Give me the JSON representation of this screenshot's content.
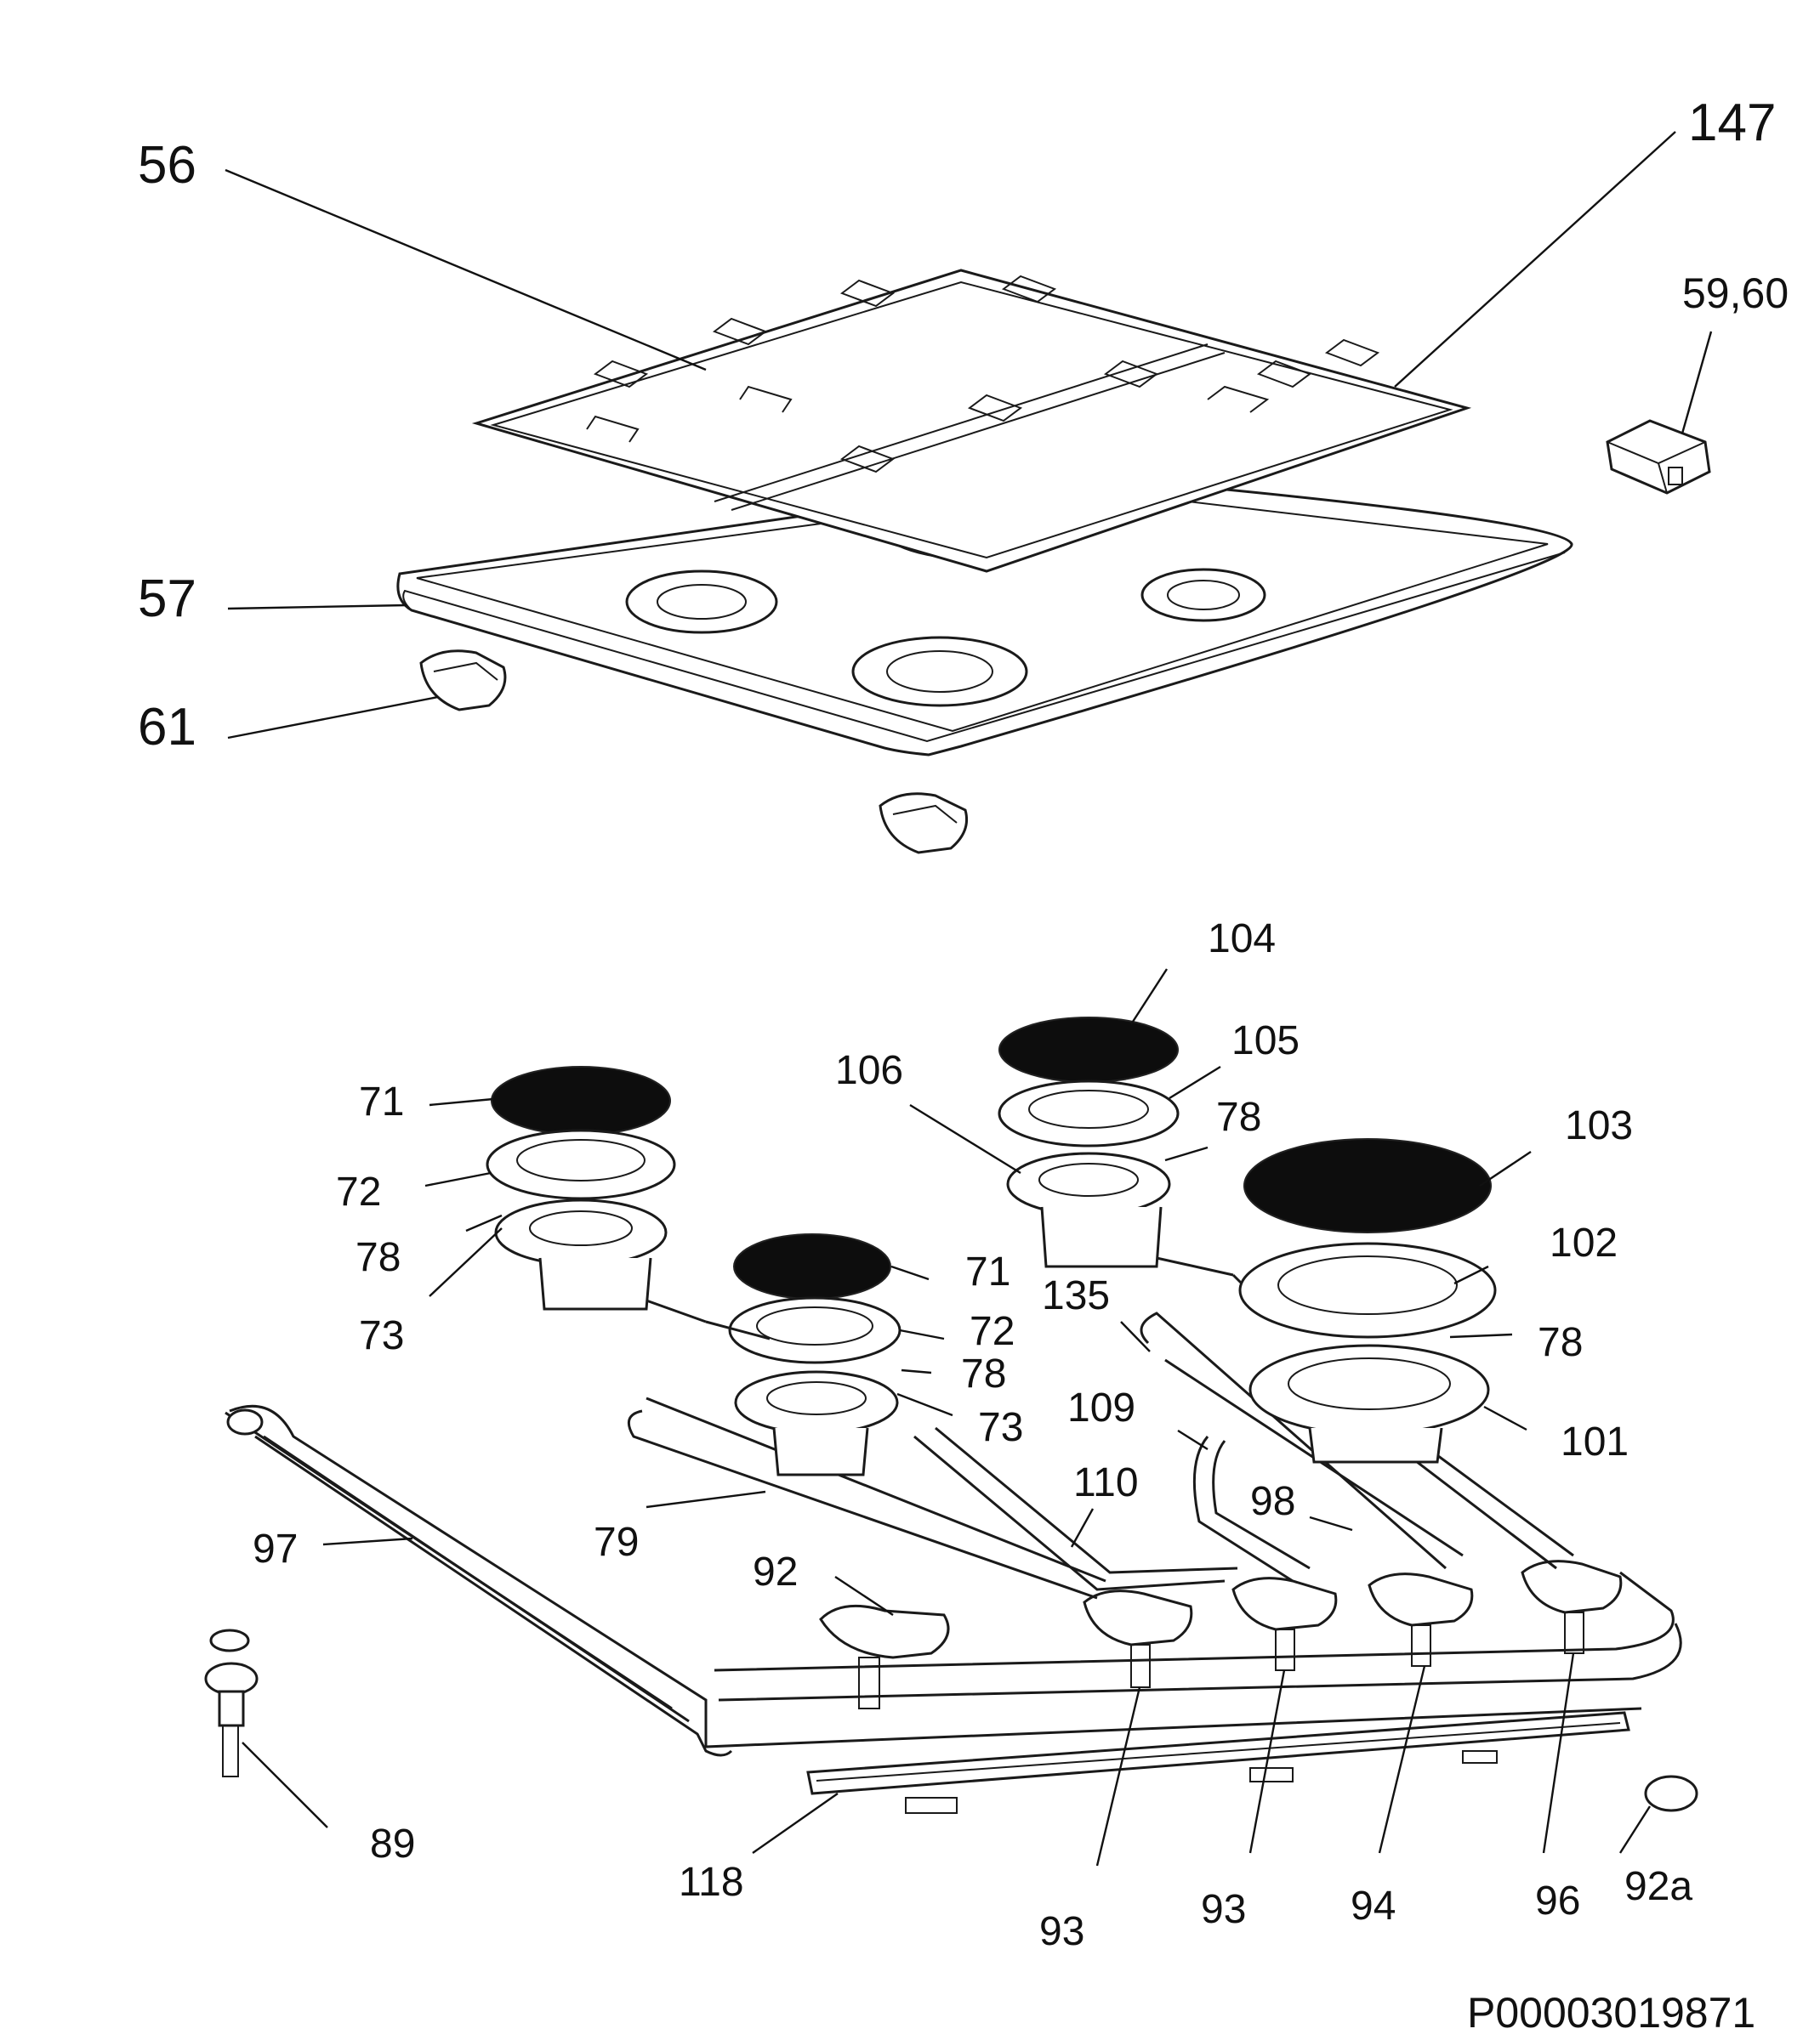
{
  "diagram": {
    "labels": {
      "l56": "56",
      "l147": "147",
      "l5960": "59,60",
      "l57": "57",
      "l61": "61",
      "l104": "104",
      "l105": "105",
      "l106": "106",
      "l78a": "78",
      "l103": "103",
      "l71a": "71",
      "l72a": "72",
      "l78b": "78",
      "l73a": "73",
      "l71b": "71",
      "l72b": "72",
      "l78c": "78",
      "l73b": "73",
      "l135": "135",
      "l102": "102",
      "l78d": "78",
      "l109": "109",
      "l101": "101",
      "l110": "110",
      "l98": "98",
      "l97": "97",
      "l79": "79",
      "l92": "92",
      "l89": "89",
      "l118": "118",
      "l93a": "93",
      "l93b": "93",
      "l94": "94",
      "l96": "96",
      "l92a": "92a"
    },
    "reference_code": "P00003019871"
  }
}
